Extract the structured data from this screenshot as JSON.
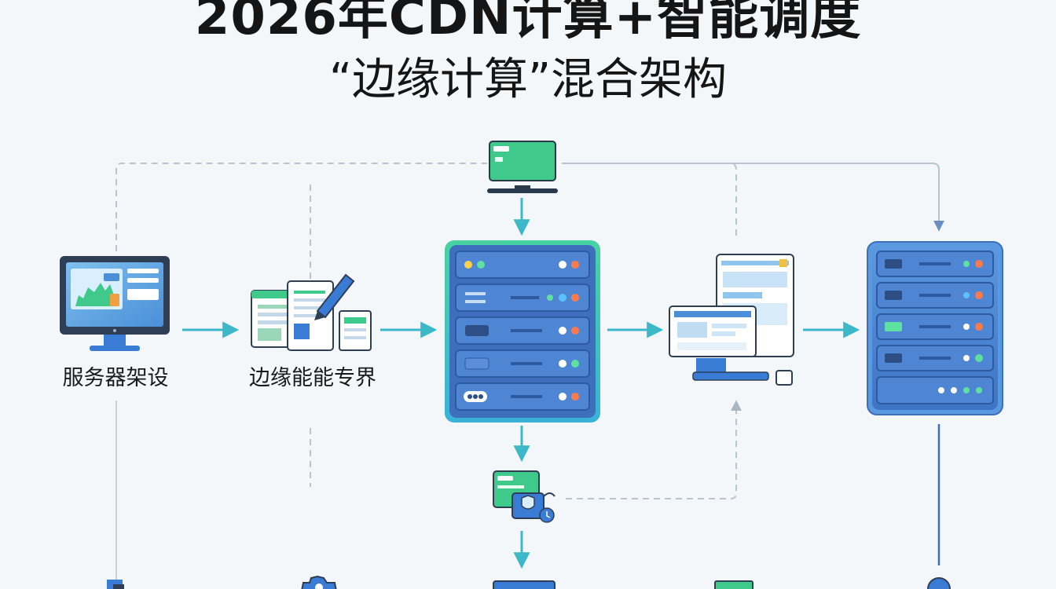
{
  "title": {
    "main": "2026年CDN计算+智能调度",
    "subtitle": "“边缘计算”混合架构"
  },
  "nodes": {
    "server_setup_label": "服务器架设",
    "edge_capability_label": "边缘能能专界"
  },
  "colors": {
    "accent_teal": "#3db8c9",
    "accent_green": "#3fc98a",
    "accent_blue": "#3a7bd5",
    "dashed_line": "#b9c4cf",
    "server_panel": "#3f72c7"
  },
  "icons": [
    "monitor-icon",
    "document-stack-icon",
    "edge-server-icon",
    "client-devices-icon",
    "cloud-server-icon",
    "top-terminal-icon",
    "security-module-icon"
  ]
}
